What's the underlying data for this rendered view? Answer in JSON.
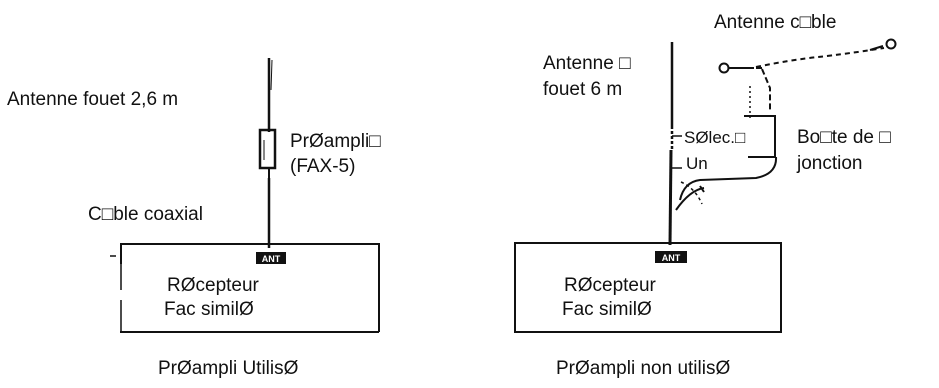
{
  "left": {
    "antenna_label": "Antenne fouet 2,6 m",
    "preamp_line1": "PrØampli□",
    "preamp_line2": "(FAX-5)",
    "cable_label": "C□ble coaxial",
    "port_label": "ANT",
    "receiver_line1": "RØcepteur",
    "receiver_line2": "Fac similØ",
    "caption": "PrØampli UtilisØ"
  },
  "right": {
    "cable_antenna_label": "Antenne c□ble",
    "whip_line1": "Antenne □",
    "whip_line2": "fouet 6 m",
    "selector_line1": "SØlec.□",
    "selector_line2": "Un",
    "junction_line1": "Bo□te de □",
    "junction_line2": "jonction",
    "port_label": "ANT",
    "receiver_line1": "RØcepteur",
    "receiver_line2": "Fac similØ",
    "caption": "PrØampli non utilisØ"
  }
}
